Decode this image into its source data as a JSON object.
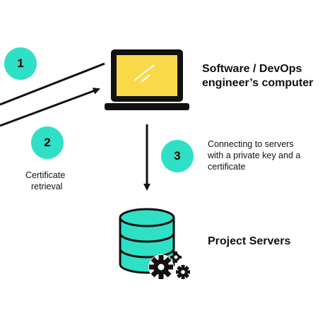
{
  "colors": {
    "accent_teal": "#2fe0c6",
    "screen_yellow": "#f9d949",
    "outline": "#111111"
  },
  "steps": [
    {
      "number": "1"
    },
    {
      "number": "2"
    },
    {
      "number": "3"
    }
  ],
  "labels": {
    "computer": {
      "line1": "Software / DevOps",
      "line2": "engineer’s computer"
    },
    "servers": "Project Servers",
    "connect": {
      "line1": "Connecting to servers",
      "line2": "with a private key and a",
      "line3": "certificate"
    },
    "retrieval": {
      "line1": "Certificate",
      "line2": "retrieval"
    }
  },
  "icons": [
    "laptop-icon",
    "database-icon",
    "gears-icon"
  ]
}
